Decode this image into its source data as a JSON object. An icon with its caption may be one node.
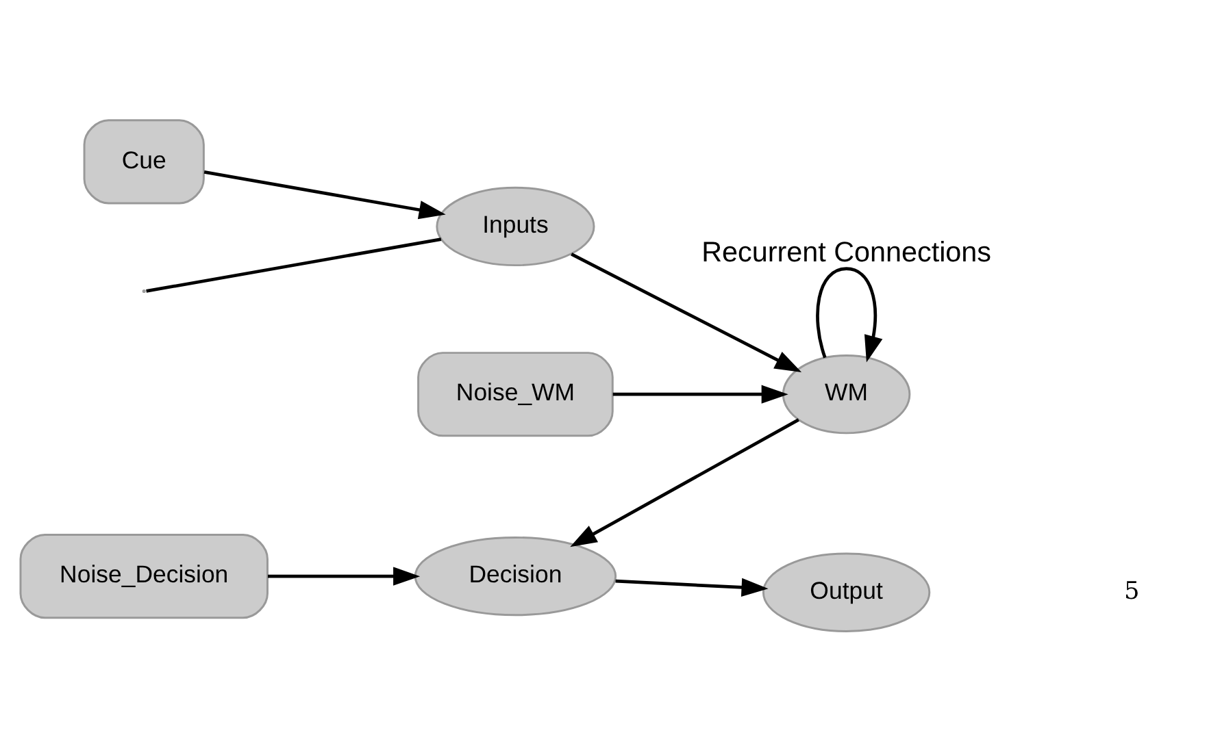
{
  "diagram": {
    "nodes": [
      {
        "text": [
          "Cue"
        ]
      },
      {
        "text": [
          "Inputs"
        ]
      },
      {
        "text": [
          "Noise_WM"
        ]
      },
      {
        "text": [
          "WM"
        ]
      },
      {
        "text": [
          "Noise_Decision"
        ]
      },
      {
        "text": [
          "Decision"
        ]
      },
      {
        "text": [
          "Output"
        ]
      }
    ],
    "edges": [
      {
        "from": 0,
        "to": 1,
        "arrow": "to"
      },
      {
        "from": null,
        "to": 1,
        "arrow": "none"
      },
      {
        "from": 1,
        "to": 3,
        "arrow": "to"
      },
      {
        "from": 2,
        "to": 3,
        "arrow": "to"
      },
      {
        "from": 3,
        "to": 3,
        "arrow": "to",
        "label": "Recurrent Connections"
      },
      {
        "from": 3,
        "to": 5,
        "arrow": "to"
      },
      {
        "from": 4,
        "to": 5,
        "arrow": "to"
      },
      {
        "from": 5,
        "to": 6,
        "arrow": "to"
      }
    ],
    "labels": [
      "5"
    ]
  }
}
